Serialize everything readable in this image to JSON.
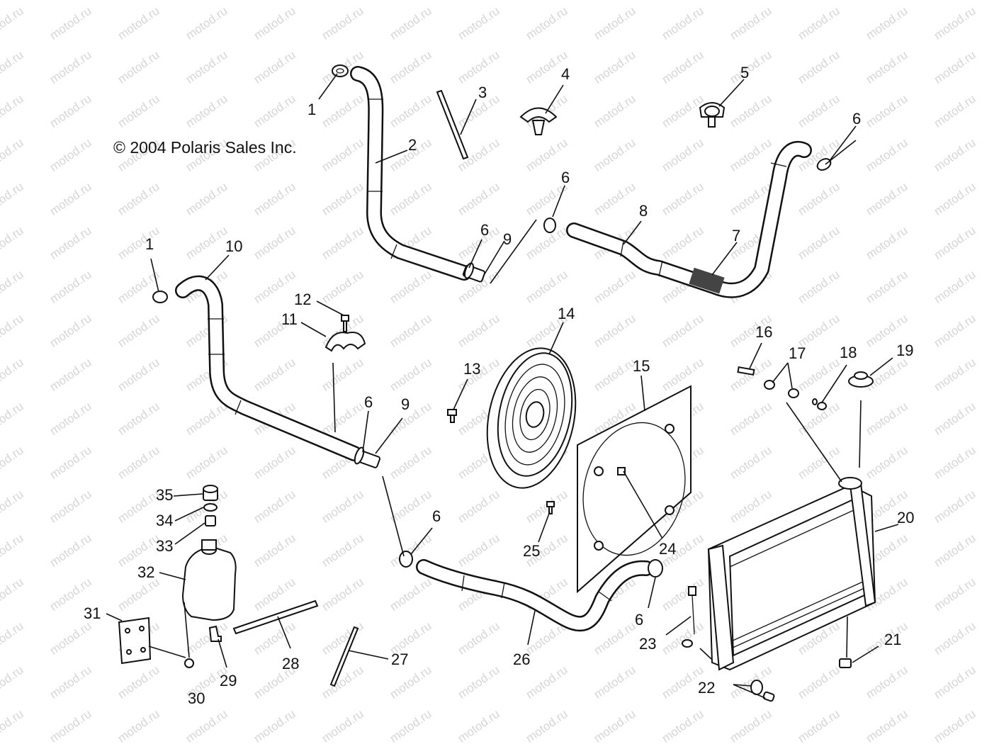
{
  "copyright": "© 2004 Polaris Sales Inc.",
  "watermark": "motod.ru",
  "callouts": [
    {
      "id": "1a",
      "text": "1"
    },
    {
      "id": "2",
      "text": "2"
    },
    {
      "id": "3",
      "text": "3"
    },
    {
      "id": "4",
      "text": "4"
    },
    {
      "id": "5",
      "text": "5"
    },
    {
      "id": "6a",
      "text": "6"
    },
    {
      "id": "6b",
      "text": "6"
    },
    {
      "id": "6c",
      "text": "6"
    },
    {
      "id": "9a",
      "text": "9"
    },
    {
      "id": "8",
      "text": "8"
    },
    {
      "id": "7",
      "text": "7"
    },
    {
      "id": "1b",
      "text": "1"
    },
    {
      "id": "10",
      "text": "10"
    },
    {
      "id": "12",
      "text": "12"
    },
    {
      "id": "11",
      "text": "11"
    },
    {
      "id": "6d",
      "text": "6"
    },
    {
      "id": "9b",
      "text": "9"
    },
    {
      "id": "14",
      "text": "14"
    },
    {
      "id": "13",
      "text": "13"
    },
    {
      "id": "15",
      "text": "15"
    },
    {
      "id": "16",
      "text": "16"
    },
    {
      "id": "17",
      "text": "17"
    },
    {
      "id": "18",
      "text": "18"
    },
    {
      "id": "19",
      "text": "19"
    },
    {
      "id": "20",
      "text": "20"
    },
    {
      "id": "24",
      "text": "24"
    },
    {
      "id": "25",
      "text": "25"
    },
    {
      "id": "6e",
      "text": "6"
    },
    {
      "id": "6f",
      "text": "6"
    },
    {
      "id": "35",
      "text": "35"
    },
    {
      "id": "34",
      "text": "34"
    },
    {
      "id": "33",
      "text": "33"
    },
    {
      "id": "32",
      "text": "32"
    },
    {
      "id": "31",
      "text": "31"
    },
    {
      "id": "30",
      "text": "30"
    },
    {
      "id": "29",
      "text": "29"
    },
    {
      "id": "28",
      "text": "28"
    },
    {
      "id": "27",
      "text": "27"
    },
    {
      "id": "26",
      "text": "26"
    },
    {
      "id": "23",
      "text": "23"
    },
    {
      "id": "22",
      "text": "22"
    },
    {
      "id": "21",
      "text": "21"
    }
  ]
}
